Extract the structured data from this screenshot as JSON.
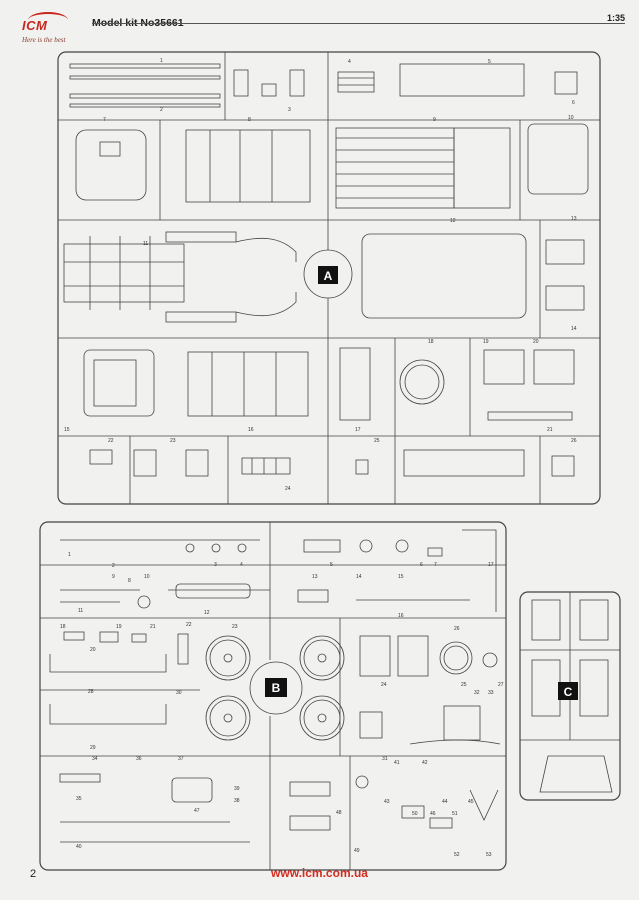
{
  "header": {
    "brand": "ICM",
    "slogan": "Here is the best",
    "title": "Model kit No35661",
    "scale": "1:35"
  },
  "sprues": [
    {
      "letter": "A"
    },
    {
      "letter": "B"
    },
    {
      "letter": "C"
    }
  ],
  "part_numbers": {
    "a": [
      "1",
      "2",
      "3",
      "4",
      "5",
      "6",
      "7",
      "8",
      "9",
      "10",
      "11",
      "12",
      "13",
      "14",
      "15",
      "16",
      "17",
      "18",
      "19",
      "20",
      "21",
      "22",
      "23",
      "24",
      "25",
      "26"
    ],
    "b": [
      "1",
      "2",
      "3",
      "4",
      "5",
      "6",
      "7",
      "8",
      "9",
      "10",
      "11",
      "12",
      "13",
      "14",
      "15",
      "16",
      "17",
      "18",
      "19",
      "20",
      "21",
      "22",
      "23",
      "24",
      "25",
      "26",
      "27",
      "28",
      "29",
      "30",
      "31",
      "32",
      "33",
      "34",
      "35",
      "36",
      "37",
      "38",
      "39",
      "40",
      "41",
      "42",
      "43",
      "44",
      "45",
      "46",
      "47",
      "48",
      "49",
      "50",
      "51",
      "52",
      "53"
    ]
  },
  "footer": {
    "page_number": "2",
    "website": "www.icm.com.ua"
  }
}
